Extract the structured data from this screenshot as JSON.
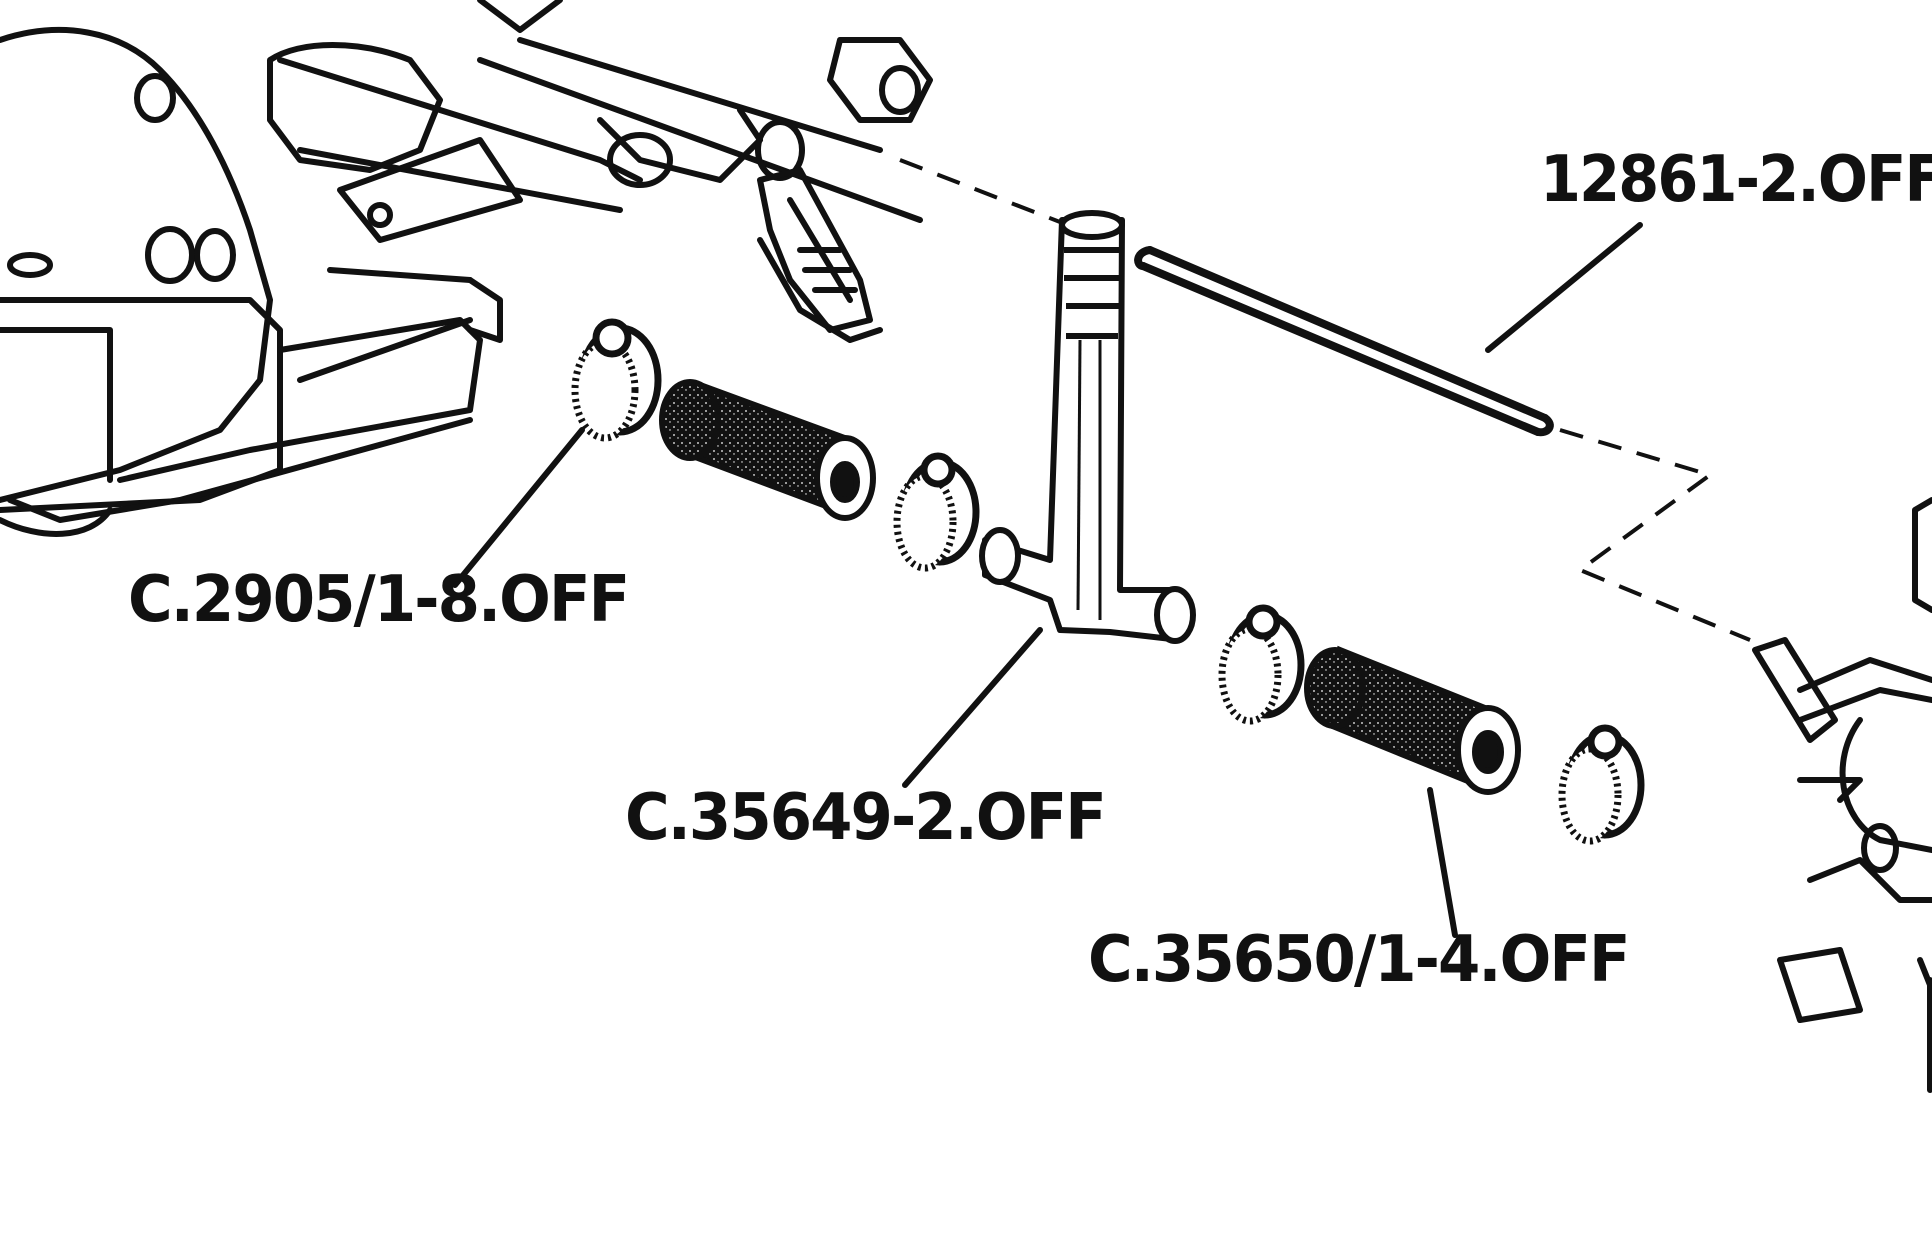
{
  "diagram": {
    "labels": {
      "rod": "12861-2.OFF",
      "hose_clip": "C.2905/1-8.OFF",
      "tee_piece": "C.35649-2.OFF",
      "hose": "C.35650/1-4.OFF"
    },
    "colors": {
      "ink": "#111111",
      "paper": "#ffffff"
    }
  }
}
